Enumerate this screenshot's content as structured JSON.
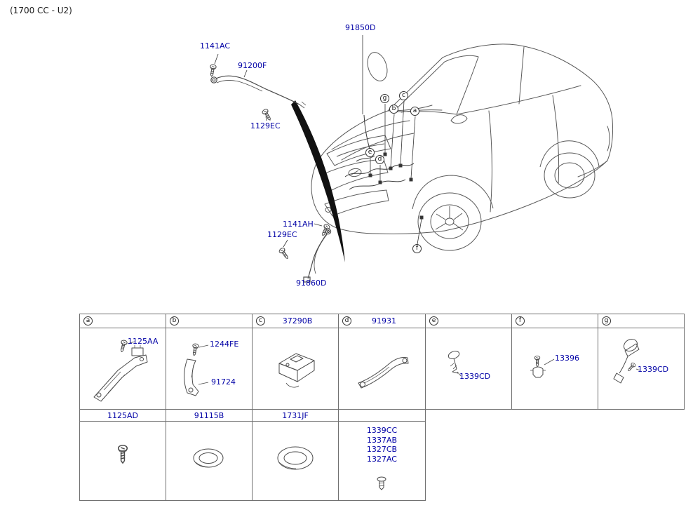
{
  "page": {
    "engine_label": "(1700 CC - U2)"
  },
  "diagram": {
    "labels": {
      "main_harness": "91850D",
      "bolt_top": "1141AC",
      "battery_wire": "91200F",
      "screw_top": "1129EC",
      "bolt_mid": "1141AH",
      "screw_mid": "1129EC",
      "ground_wire": "91860D"
    },
    "callouts": {
      "a": "a",
      "b": "b",
      "c": "c",
      "d": "d",
      "e": "e",
      "f": "f",
      "g": "g"
    }
  },
  "table": {
    "headers": [
      {
        "letter": "a",
        "part": ""
      },
      {
        "letter": "b",
        "part": ""
      },
      {
        "letter": "c",
        "part": "37290B"
      },
      {
        "letter": "d",
        "part": "91931"
      },
      {
        "letter": "e",
        "part": ""
      },
      {
        "letter": "f",
        "part": ""
      },
      {
        "letter": "g",
        "part": ""
      }
    ],
    "row1": {
      "a": {
        "p1": "1125AA"
      },
      "b": {
        "p1": "1244FE",
        "p2": "91724"
      },
      "e": {
        "p1": "1339CD"
      },
      "f": {
        "p1": "13396"
      },
      "g": {
        "p1": "1339CD"
      }
    },
    "subheaders": {
      "a": "1125AD",
      "b": "91115B",
      "c": "1731JF",
      "d": ""
    },
    "row2": {
      "d": {
        "p1": "1339CC",
        "p2": "1337AB",
        "p3": "1327CB",
        "p4": "1327AC"
      }
    }
  },
  "colors": {
    "part_link": "#0000a6",
    "line": "#4a4a4a"
  }
}
